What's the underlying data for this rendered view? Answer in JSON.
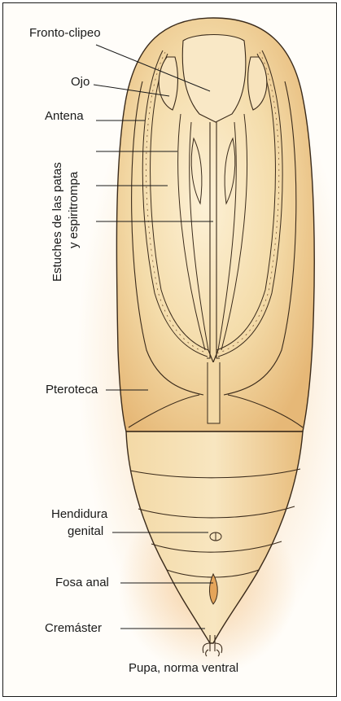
{
  "labels": {
    "fronto_clipeo": "Fronto-clipeo",
    "ojo": "Ojo",
    "antena": "Antena",
    "estuches_line1": "Estuches de las patas",
    "estuches_line2": "y espiritrompa",
    "pteroteca": "Pteroteca",
    "hendidura_line1": "Hendidura",
    "hendidura_line2": "genital",
    "fosa_anal": "Fosa anal",
    "cremaster": "Cremáster"
  },
  "caption": "Pupa, norma ventral",
  "colors": {
    "body_fill": "#f1d7a4",
    "body_light": "#fbecc9",
    "shadow": "#e5a55a",
    "outline": "#3a2a1a"
  }
}
